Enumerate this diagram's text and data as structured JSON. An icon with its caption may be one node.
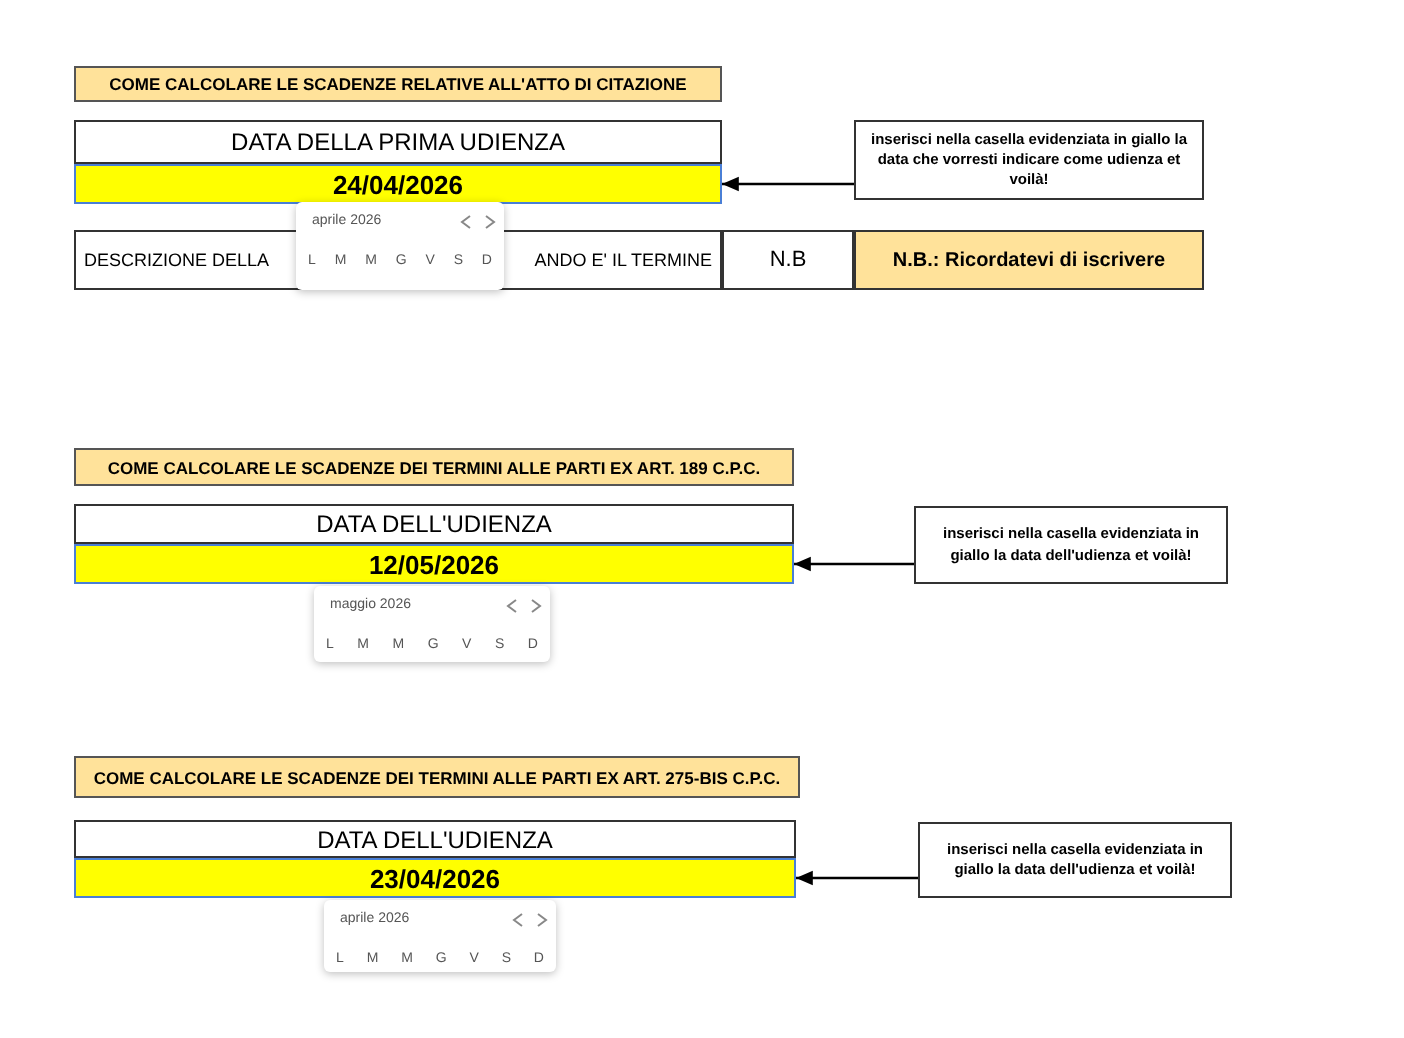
{
  "diagram": {
    "nodes": [
      {
        "text": [
          "COME CALCOLARE LE SCADENZE RELATIVE ALL'ATTO DI CITAZIONE"
        ]
      },
      {
        "text": [
          "DATA DELLA PRIMA UDIENZA"
        ]
      },
      {
        "text": [
          "24/04/2026"
        ]
      },
      {
        "text": [
          "inserisci nella casella evidenziata in giallo la data che vorresti indicare come udienza et voilà!"
        ]
      },
      {
        "text": [
          "DESCRIZIONE DELLA",
          "ANDO E' IL TERMINE"
        ]
      },
      {
        "text": [
          "N.B"
        ]
      },
      {
        "text": [
          "N.B.: Ricordatevi di iscrivere"
        ]
      },
      {
        "text": [
          "aprile 2026",
          "L",
          "M",
          "M",
          "G",
          "V",
          "S",
          "D"
        ]
      },
      {
        "text": [
          "COME CALCOLARE LE SCADENZE DEI TERMINI ALLE PARTI EX ART. 189 C.P.C."
        ]
      },
      {
        "text": [
          "DATA DELL'UDIENZA"
        ]
      },
      {
        "text": [
          "12/05/2026"
        ]
      },
      {
        "text": [
          "inserisci nella casella evidenziata in giallo la data dell'udienza et voilà!"
        ]
      },
      {
        "text": [
          "maggio 2026",
          "L",
          "M",
          "M",
          "G",
          "V",
          "S",
          "D"
        ]
      },
      {
        "text": [
          "COME CALCOLARE LE SCADENZE DEI TERMINI ALLE PARTI EX ART. 275-BIS C.P.C."
        ]
      },
      {
        "text": [
          "DATA DELL'UDIENZA"
        ]
      },
      {
        "text": [
          "23/04/2026"
        ]
      },
      {
        "text": [
          "inserisci nella casella evidenziata in giallo la data dell'udienza et voilà!"
        ]
      },
      {
        "text": [
          "aprile 2026",
          "L",
          "M",
          "M",
          "G",
          "V",
          "S",
          "D"
        ]
      }
    ],
    "edges": [
      {
        "from": 3,
        "to": 2,
        "arrow": "to"
      },
      {
        "from": 11,
        "to": 10,
        "arrow": "to"
      },
      {
        "from": 16,
        "to": 15,
        "arrow": "to"
      }
    ]
  }
}
